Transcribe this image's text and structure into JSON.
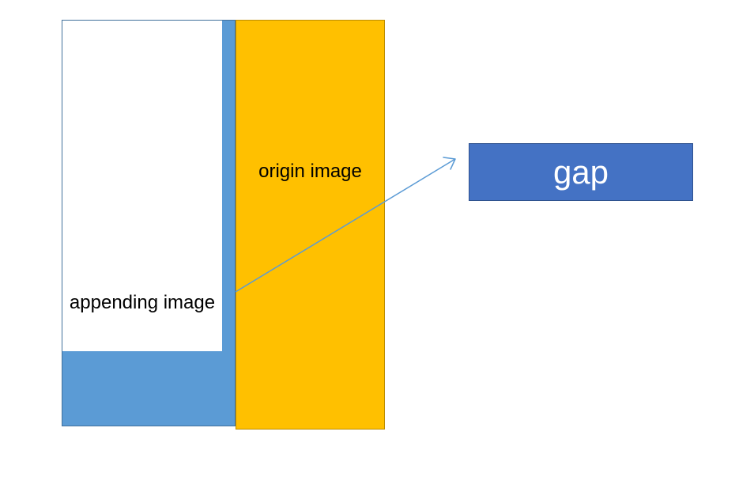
{
  "colors": {
    "appending_fill": "#5b9bd5",
    "origin_fill": "#ffc000",
    "gap_fill": "#4472c4",
    "arrow": "#5b9bd5"
  },
  "labels": {
    "appending": "appending image",
    "origin": "origin image",
    "gap": "gap"
  }
}
